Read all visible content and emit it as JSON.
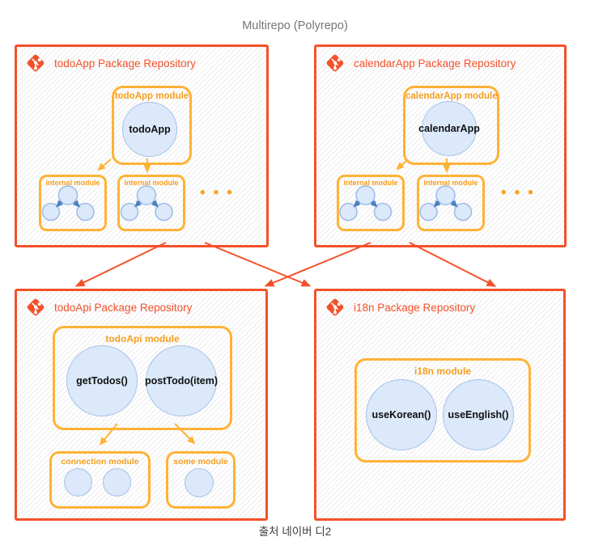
{
  "title": "Multirepo (Polyrepo)",
  "caption": "출처 네이버 디2",
  "colors": {
    "repo_border": "#f4512a",
    "module_border": "#ffb236",
    "module_label": "#f59f1e",
    "node_fill": "#dbe9fb",
    "node_stroke": "#a6c1e8",
    "mini_arrow_blue": "#4d7fc0",
    "title_gray": "#757575"
  },
  "repos": {
    "todoApp": {
      "label": "todoApp Package Repository",
      "module": {
        "label": "todoApp module",
        "node": "todoApp"
      },
      "internal_modules": [
        {
          "label": "internal module"
        },
        {
          "label": "internal module"
        }
      ],
      "more_indicator": "•••"
    },
    "calendarApp": {
      "label": "calendarApp Package Repository",
      "module": {
        "label": "calendarApp module",
        "node": "calendarApp"
      },
      "internal_modules": [
        {
          "label": "internal module"
        },
        {
          "label": "internal module"
        }
      ],
      "more_indicator": "•••"
    },
    "todoApi": {
      "label": "todoApi Package Repository",
      "module": {
        "label": "todoApi module",
        "nodes": [
          "getTodos()",
          "postTodo(item)"
        ]
      },
      "sub_modules": [
        {
          "label": "connection module"
        },
        {
          "label": "some module"
        }
      ]
    },
    "i18n": {
      "label": "i18n Package Repository",
      "module": {
        "label": "i18n module",
        "nodes": [
          "useKorean()",
          "useEnglish()"
        ]
      }
    }
  },
  "dependencies": [
    "todoApp → todoApi",
    "todoApp → i18n",
    "calendarApp → todoApi",
    "calendarApp → i18n"
  ]
}
